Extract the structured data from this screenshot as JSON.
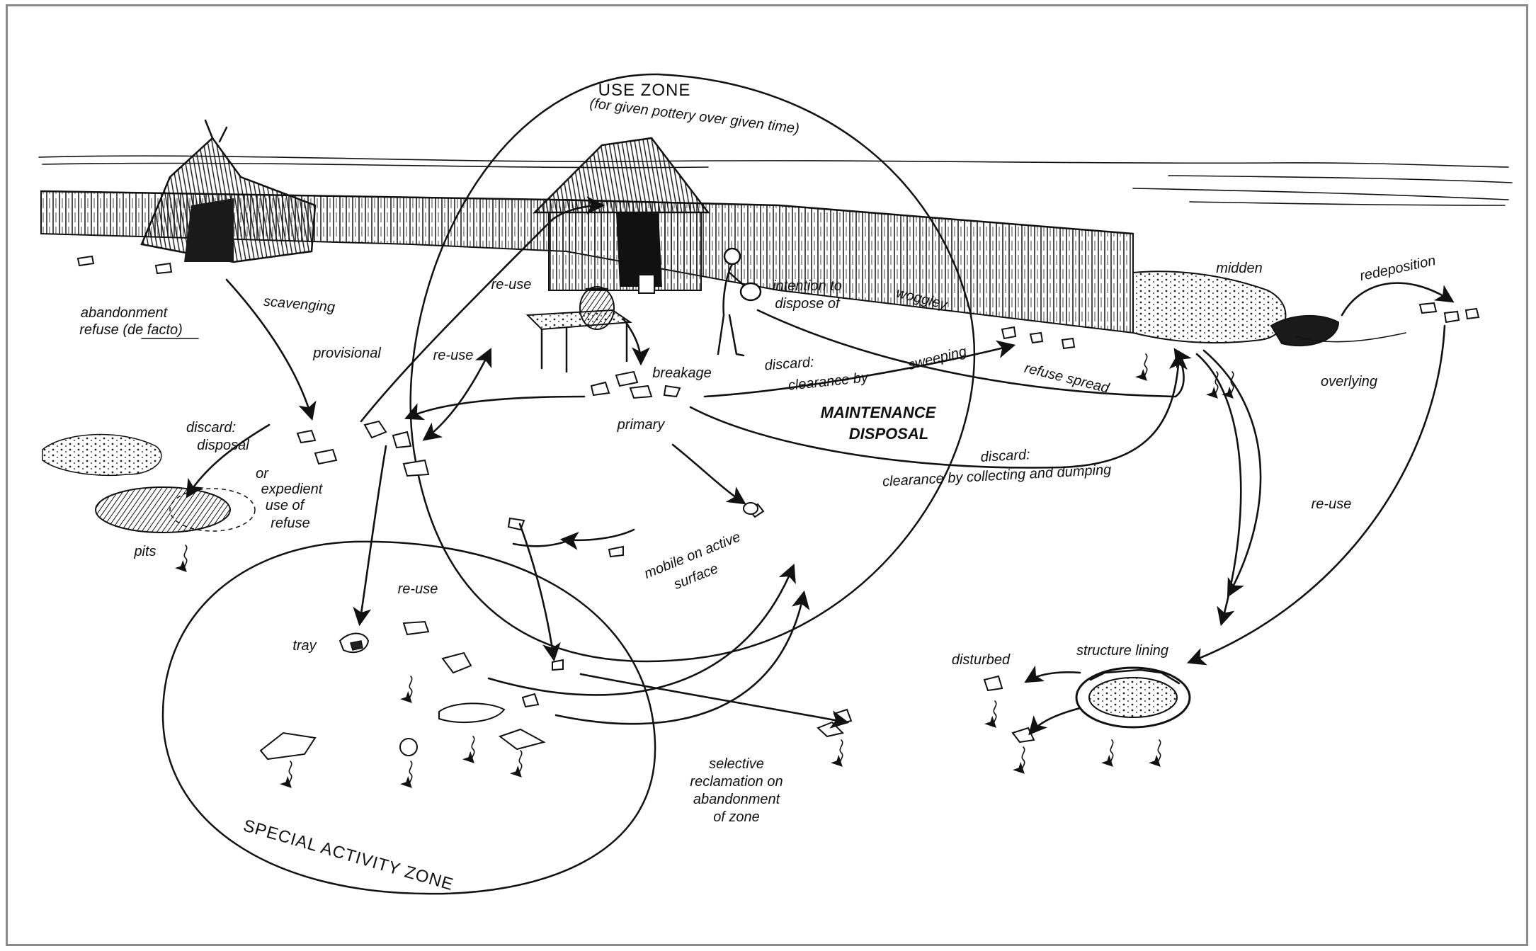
{
  "zones": {
    "use_zone_title": "USE ZONE",
    "use_zone_subtitle": "(for given pottery over given time)",
    "special_activity_zone": "SPECIAL ACTIVITY ZONE",
    "maintenance_line1": "MAINTENANCE",
    "maintenance_line2": "DISPOSAL"
  },
  "labels": {
    "abandonment1": "abandonment",
    "abandonment2": "refuse (de facto)",
    "scavenging": "scavenging",
    "provisional": "provisional",
    "reuse_top": "re-use",
    "reuse_mid": "re-use",
    "reuse_special": "re-use",
    "reuse_right": "re-use",
    "intention1": "intention to",
    "intention2": "dispose of",
    "woggley": "woggley",
    "midden": "midden",
    "redeposition": "redeposition",
    "overlying": "overlying",
    "breakage": "breakage",
    "primary": "primary",
    "discard_sweep1": "discard:",
    "discard_sweep2": "clearance by",
    "sweeping": "sweeping",
    "refuse_spread": "refuse spread",
    "discard_collect1": "discard:",
    "discard_collect2": "clearance by collecting and dumping",
    "discard_disposal1": "discard:",
    "discard_disposal2": "disposal",
    "or": "or",
    "expedient1": "expedient",
    "expedient2": "use of",
    "expedient3": "refuse",
    "pits": "pits",
    "mobile1": "mobile on active",
    "mobile2": "surface",
    "tray": "tray",
    "selective1": "selective",
    "selective2": "reclamation on",
    "selective3": "abandonment",
    "selective4": "of zone",
    "disturbed": "disturbed",
    "structure_lining": "structure lining"
  }
}
